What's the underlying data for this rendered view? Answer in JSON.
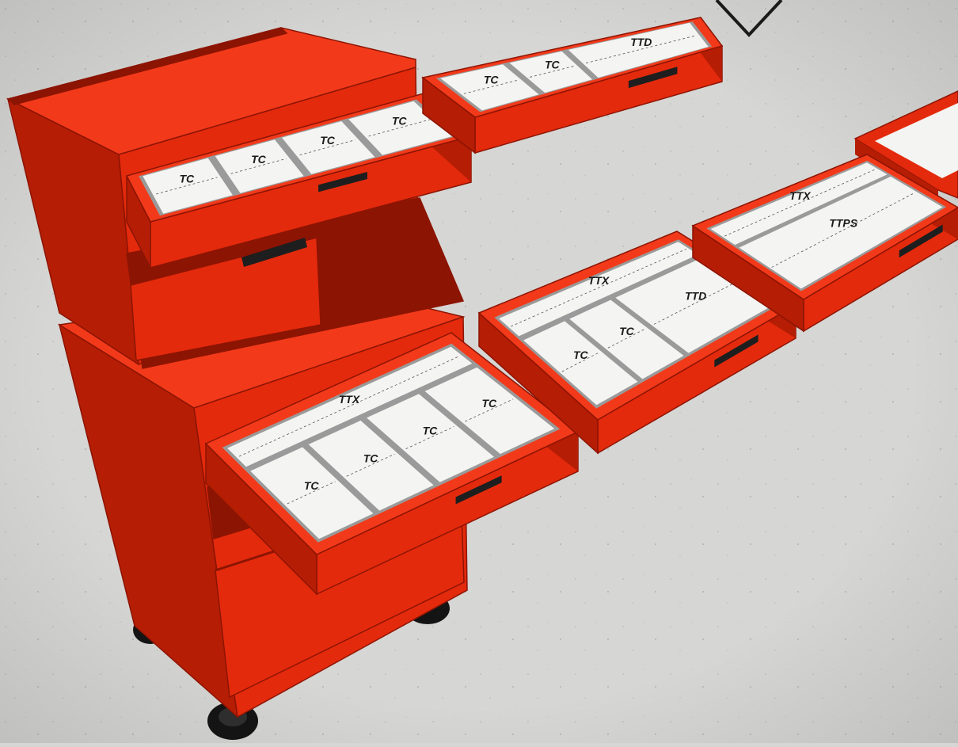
{
  "diagram": {
    "colors": {
      "background": "#d6d6d4",
      "cabinet_front": "#e42a0c",
      "cabinet_side": "#b51d05",
      "cabinet_top": "#f23a1a",
      "cabinet_dark": "#8c1403",
      "tray_floor": "#f4f4f2",
      "divider": "#9a9a9a",
      "handle": "#1e1e1e",
      "caster": "#141414"
    },
    "drawers": [
      {
        "name": "upper-left-drawer",
        "compartments": [
          {
            "label": "TC"
          },
          {
            "label": "TC"
          },
          {
            "label": "TC"
          },
          {
            "label": "TC"
          }
        ]
      },
      {
        "name": "top-floating-drawer",
        "compartments": [
          {
            "label": "TC"
          },
          {
            "label": "TC"
          },
          {
            "label": "TTD"
          }
        ]
      },
      {
        "name": "lower-left-drawer",
        "compartments": [
          {
            "label": "TTX"
          },
          {
            "label": "TC"
          },
          {
            "label": "TC"
          },
          {
            "label": "TC"
          },
          {
            "label": "TC"
          }
        ]
      },
      {
        "name": "middle-floating-drawer",
        "compartments": [
          {
            "label": "TTX"
          },
          {
            "label": "TC"
          },
          {
            "label": "TC"
          },
          {
            "label": "TTD"
          }
        ]
      },
      {
        "name": "right-floating-drawer",
        "compartments": [
          {
            "label": "TTX"
          },
          {
            "label": "TTPS"
          }
        ]
      }
    ]
  }
}
